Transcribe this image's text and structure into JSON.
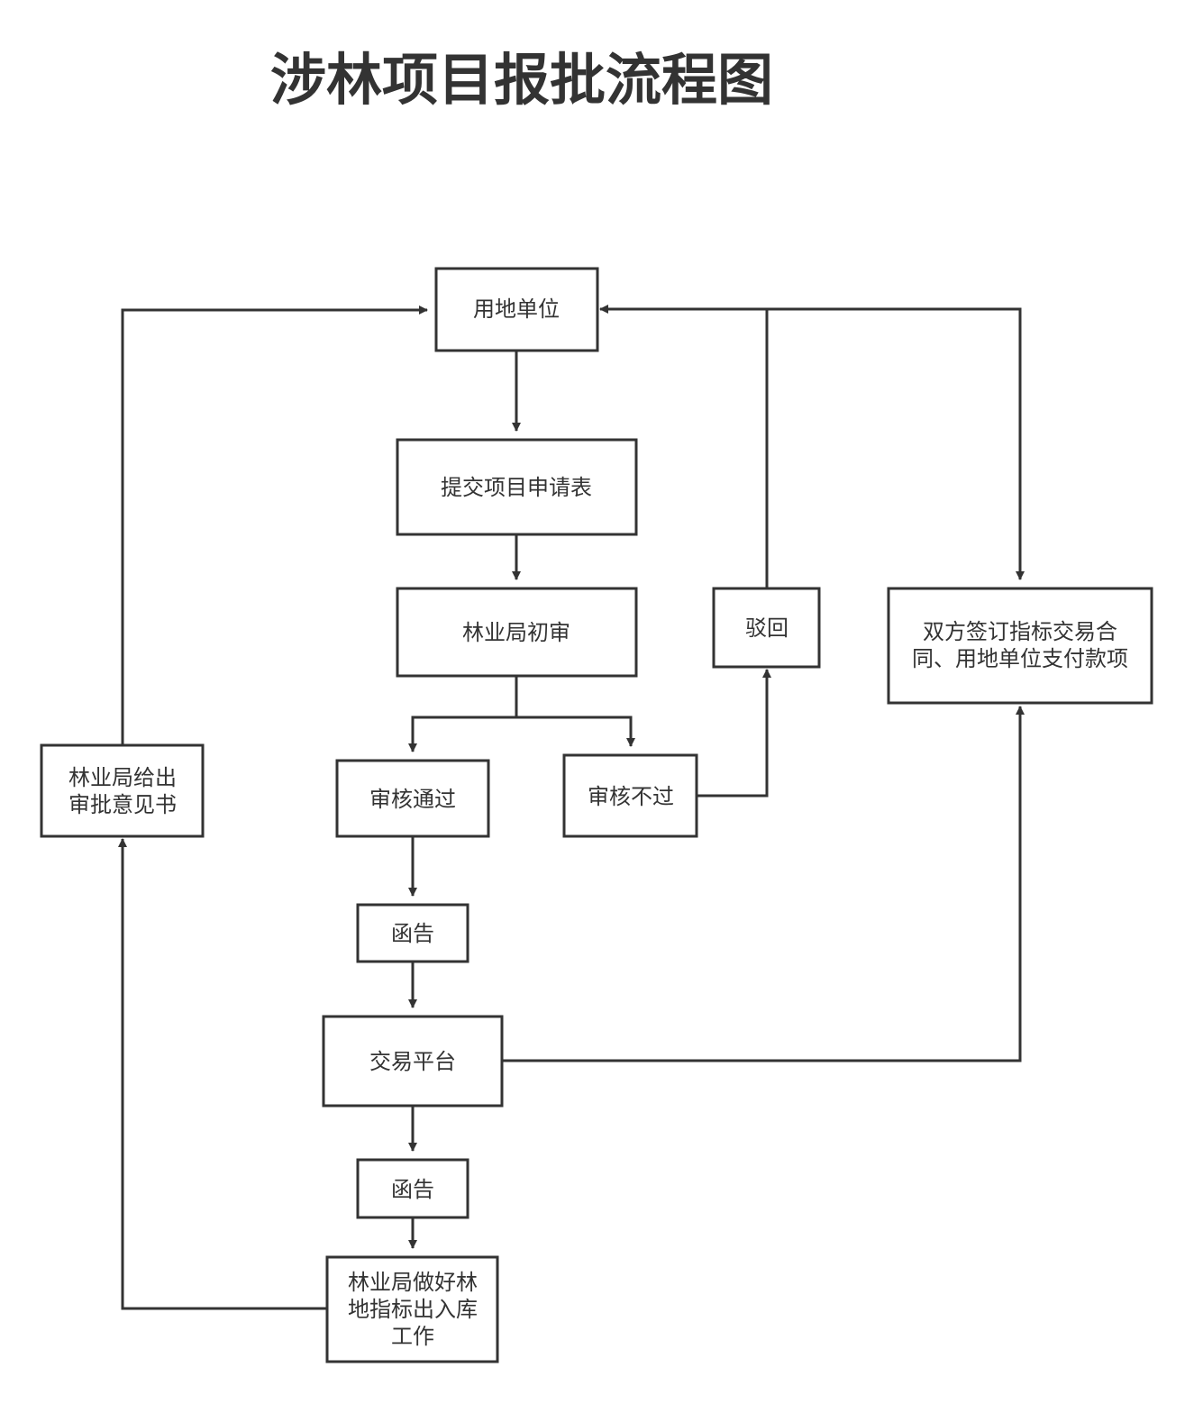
{
  "title": "涉林项目报批流程图",
  "colors": {
    "stroke": "#333333",
    "text": "#333333",
    "background": "#ffffff"
  },
  "nodes": {
    "landUnit": {
      "lines": [
        "用地单位"
      ]
    },
    "submitApp": {
      "lines": [
        "提交项目申请表"
      ]
    },
    "forestryPrelim": {
      "lines": [
        "林业局初审"
      ]
    },
    "reviewPass": {
      "lines": [
        "审核通过"
      ]
    },
    "reviewFail": {
      "lines": [
        "审核不过"
      ]
    },
    "rejected": {
      "lines": [
        "驳回"
      ]
    },
    "letter1": {
      "lines": [
        "函告"
      ]
    },
    "tradePlatform": {
      "lines": [
        "交易平台"
      ]
    },
    "letter2": {
      "lines": [
        "函告"
      ]
    },
    "forestryStorage": {
      "lines": [
        "林业局做好林",
        "地指标出入库",
        "工作"
      ]
    },
    "forestryOpinion": {
      "lines": [
        "林业局给出",
        "审批意见书"
      ]
    },
    "contract": {
      "lines": [
        "双方签订指标交易合",
        "同、用地单位支付款项"
      ]
    }
  }
}
